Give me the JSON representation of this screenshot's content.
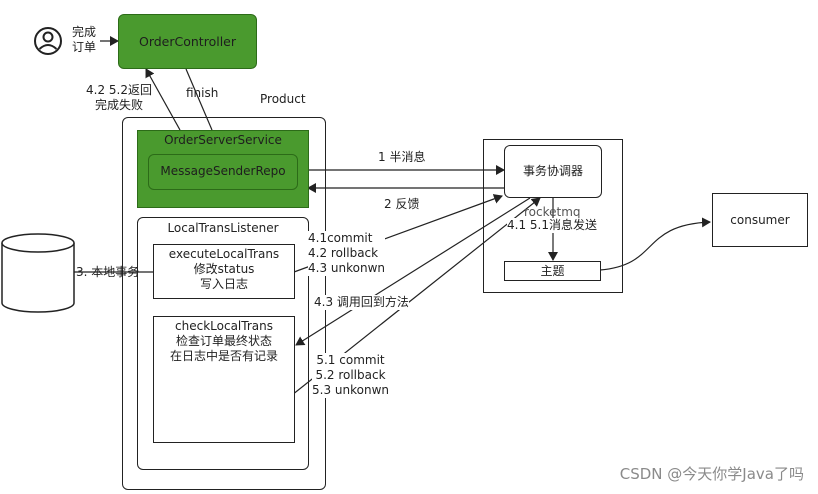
{
  "actor_label": "完成\n订单",
  "order_controller": "OrderController",
  "return_label": "4.2 5.2返回\n完成失败",
  "finish_label": "finish",
  "product_label": "Product",
  "order_server_service": "OrderServerService",
  "message_sender_repo": "MessageSenderRepo",
  "local_trans_listener": "LocalTransListener",
  "execute_local_trans": "executeLocalTrans\n修改status\n写入日志",
  "check_local_trans": "checkLocalTrans\n检查订单最终状态\n在日志中是否有记录",
  "local_tx_label": "3. 本地事务",
  "half_msg_label": "1 半消息",
  "feedback_label": "2 反馈",
  "commit_label_1": "4.1commit\n4.2 rollback\n4.3 unkonwn",
  "callback_label": "4.3 调用回到方法",
  "commit_label_2": "5.1 commit\n5.2 rollback\n5.3 unkonwn",
  "rocketmq_label": "rocketmq",
  "coordinator": "事务协调器",
  "send_label": "4.1 5.1消息发送",
  "topic": "主题",
  "consumer": "consumer",
  "watermark": "CSDN @今天你学Java了吗"
}
